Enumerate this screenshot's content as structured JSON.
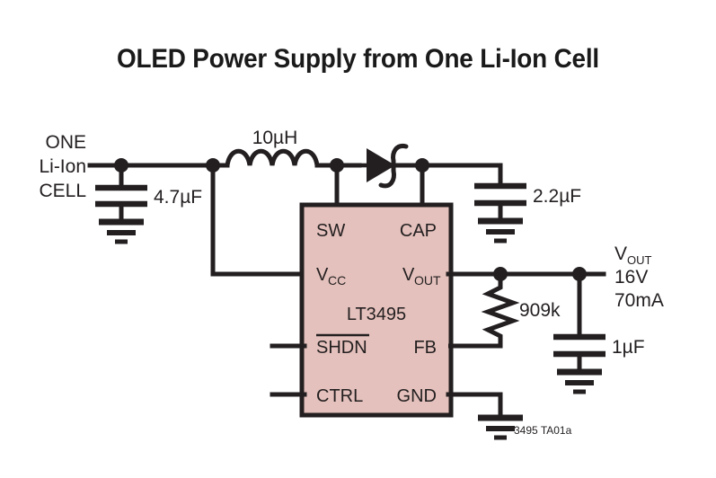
{
  "title": "OLED Power Supply from One Li-Ion Cell",
  "credit": "3495 TA01a",
  "colors": {
    "ic_fill": "#E4C1BC",
    "ink": "#231F20",
    "background": "#FFFFFF"
  },
  "source_labels": {
    "line1": "ONE",
    "line2": "Li-Ion",
    "line3": "CELL"
  },
  "components": {
    "input_cap": "4.7µF",
    "inductor": "10µH",
    "cap_pin_cap": "2.2µF",
    "feedback_resistor": "909k",
    "output_cap": "1µF"
  },
  "ic": {
    "part_number": "LT3495",
    "pins_left": [
      {
        "name": "SW",
        "label": "SW",
        "sub": "",
        "overline": false
      },
      {
        "name": "VCC",
        "label": "V",
        "sub": "CC",
        "overline": false
      },
      {
        "name": "SHDN",
        "label": "SHDN",
        "sub": "",
        "overline": true
      },
      {
        "name": "CTRL",
        "label": "CTRL",
        "sub": "",
        "overline": false
      }
    ],
    "pins_right": [
      {
        "name": "CAP",
        "label": "CAP",
        "sub": "",
        "overline": false
      },
      {
        "name": "VOUT",
        "label": "V",
        "sub": "OUT",
        "overline": false
      },
      {
        "name": "FB",
        "label": "FB",
        "sub": "",
        "overline": false
      },
      {
        "name": "GND",
        "label": "GND",
        "sub": "",
        "overline": false
      }
    ]
  },
  "output_labels": {
    "line1_main": "V",
    "line1_sub": "OUT",
    "line2": "16V",
    "line3": "70mA"
  },
  "icons": {
    "diode": "schottky-diode-symbol",
    "ground": "ground-symbol",
    "capacitor": "capacitor-symbol",
    "inductor": "inductor-coil-symbol",
    "resistor": "resistor-zigzag-symbol",
    "junction": "junction-dot"
  }
}
